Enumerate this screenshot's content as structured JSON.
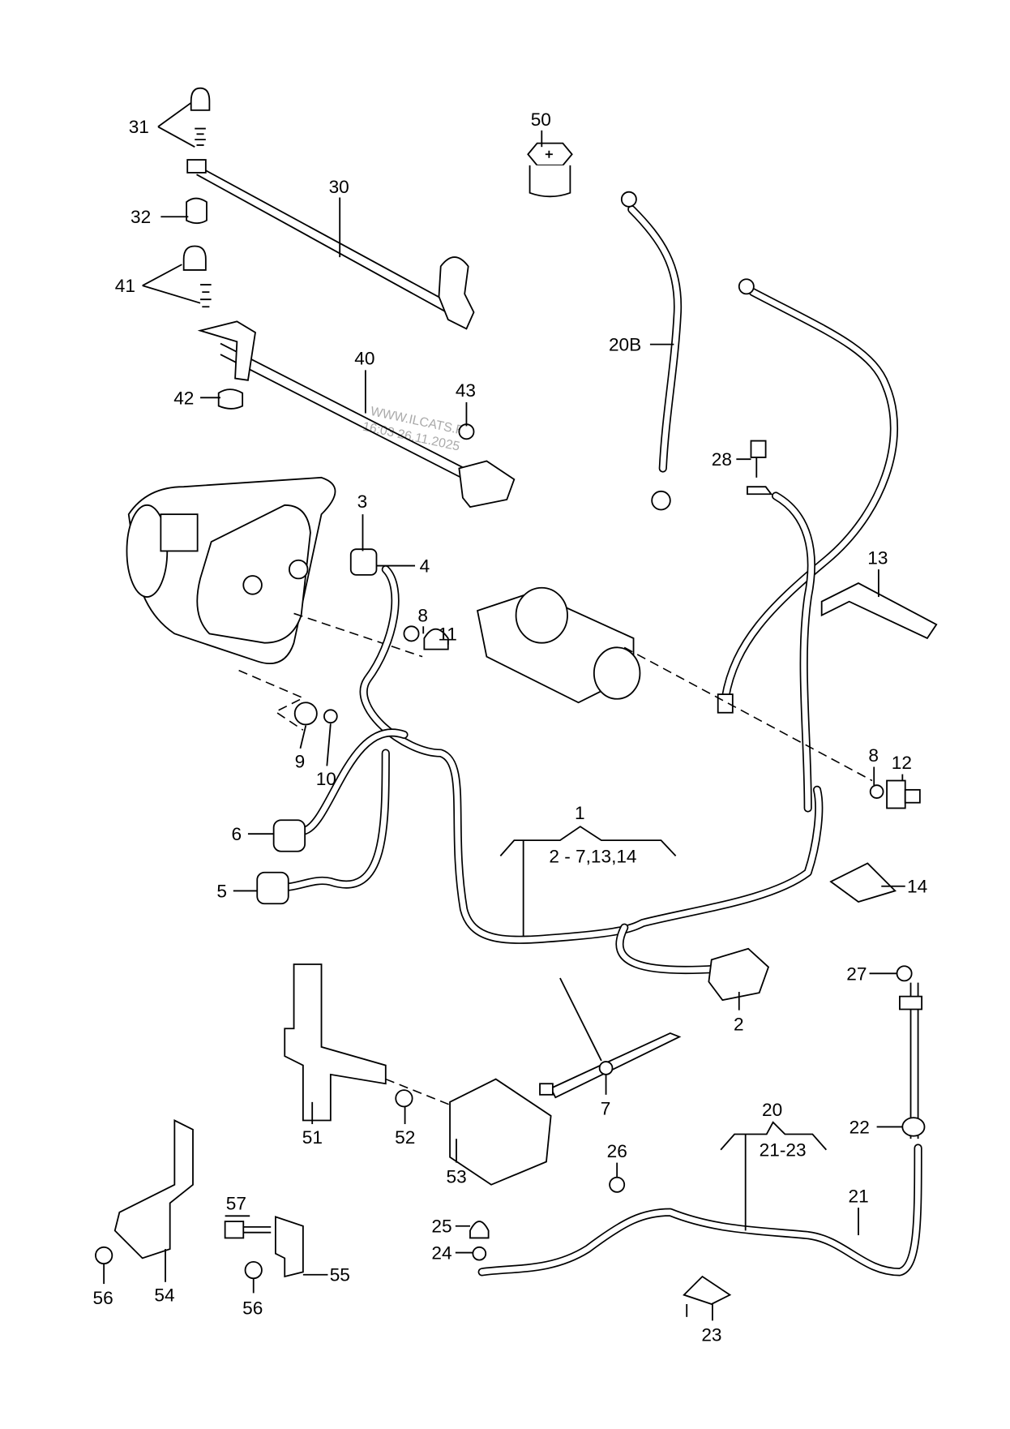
{
  "watermark": {
    "line1": "WWW.ILCATS.RU",
    "line2": "16:03 26.11.2025"
  },
  "labels": {
    "l31": "31",
    "l32": "32",
    "l30": "30",
    "l41": "41",
    "l42": "42",
    "l40": "40",
    "l43": "43",
    "l50": "50",
    "l20b": "20B",
    "l28": "28",
    "l3": "3",
    "l4": "4",
    "l8a": "8",
    "l11": "11",
    "l13": "13",
    "l9": "9",
    "l10": "10",
    "l8b": "8",
    "l12": "12",
    "l6": "6",
    "l5": "5",
    "l1": "1",
    "l1sub": "2 - 7,13,14",
    "l14": "14",
    "l2": "2",
    "l27": "27",
    "l7": "7",
    "l51": "51",
    "l52": "52",
    "l53": "53",
    "l20": "20",
    "l20sub": "21-23",
    "l22": "22",
    "l26": "26",
    "l21": "21",
    "l57": "57",
    "l25": "25",
    "l24": "24",
    "l55": "55",
    "l56a": "56",
    "l54": "54",
    "l56b": "56",
    "l23": "23"
  }
}
